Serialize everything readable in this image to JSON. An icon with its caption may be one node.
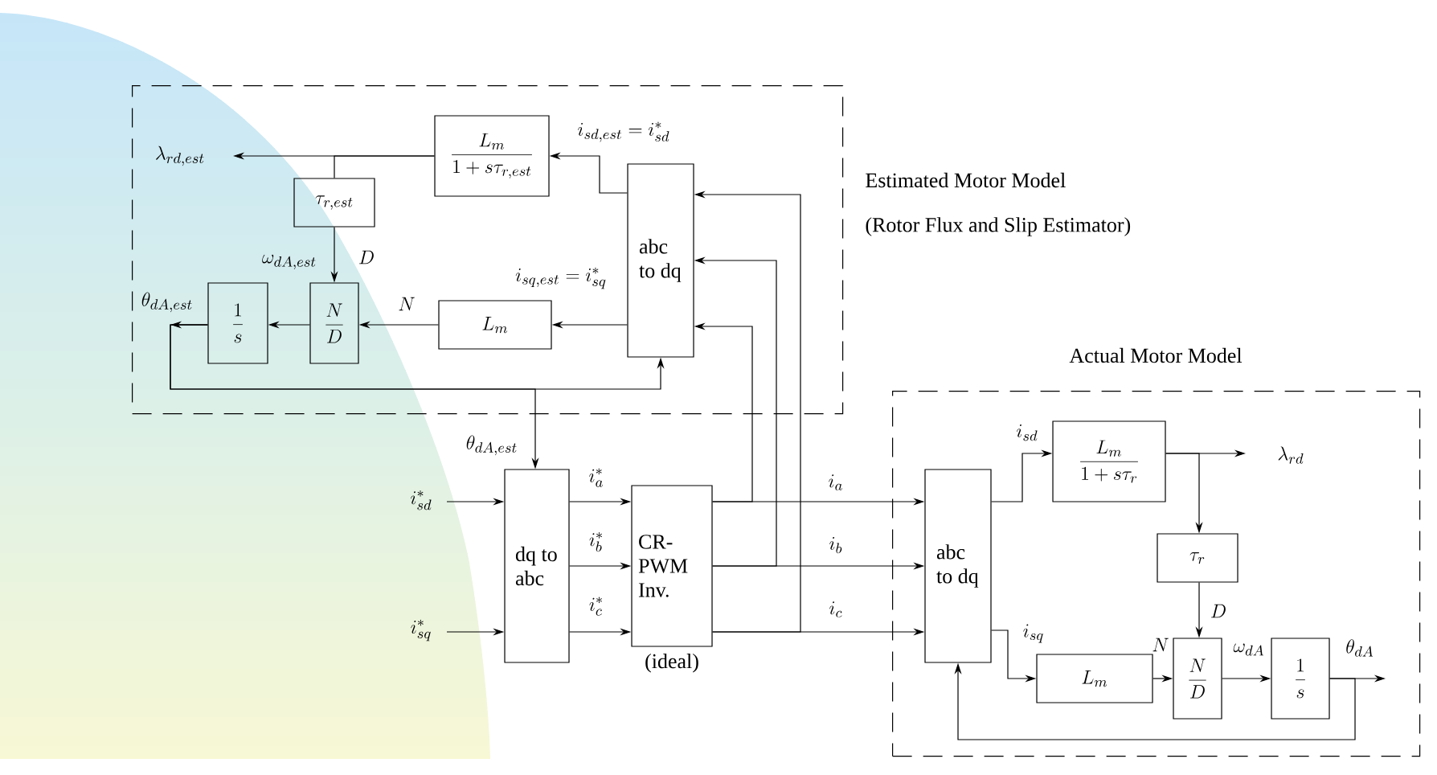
{
  "diagram": {
    "nodes": [
      {
        "text": [
          "Estimated Motor Model",
          "(Rotor Flux and Slip Estimator)"
        ]
      },
      {
        "text": [
          "\\frac{L_m}{1+s\\tau_{r,est}}"
        ],
        "in": 0
      },
      {
        "text": [
          "\\tau_{r,est}"
        ],
        "in": 0
      },
      {
        "text": [
          "\\frac{N}{D}"
        ],
        "in": 0
      },
      {
        "text": [
          "\\frac{1}{s}"
        ],
        "in": 0
      },
      {
        "text": [
          "L_m"
        ],
        "in": 0
      },
      {
        "text": [
          "abc to dq"
        ],
        "in": 0
      },
      {
        "text": [
          "dq to abc"
        ]
      },
      {
        "text": [
          "CR-PWM Inv."
        ],
        "beside": [
          "(ideal)"
        ]
      },
      {
        "text": [
          "Actual Motor Model"
        ]
      },
      {
        "text": [
          "abc to dq"
        ],
        "in": 9
      },
      {
        "text": [
          "\\frac{L_m}{1+s\\tau_r}"
        ],
        "in": 9
      },
      {
        "text": [
          "\\tau_r"
        ],
        "in": 9
      },
      {
        "text": [
          "\\frac{N}{D}"
        ],
        "in": 9
      },
      {
        "text": [
          "L_m"
        ],
        "in": 9
      },
      {
        "text": [
          "\\frac{1}{s}"
        ],
        "in": 9
      }
    ],
    "edges": [
      {
        "from": 6,
        "to": 1,
        "arrow": "to",
        "label": "i_{sd,est}=i_{sd}^{*}"
      },
      {
        "from": 1,
        "to": null,
        "arrow": "to",
        "label": "\\lambda_{rd,est}"
      },
      {
        "from": 1,
        "to": 2,
        "arrow": "none"
      },
      {
        "from": 2,
        "to": 3,
        "arrow": "to",
        "label": "D"
      },
      {
        "from": 6,
        "to": 5,
        "arrow": "to",
        "label": "i_{sq,est}=i_{sq}^{*}"
      },
      {
        "from": 5,
        "to": 3,
        "arrow": "to",
        "label": "N"
      },
      {
        "from": 3,
        "to": 4,
        "arrow": "to",
        "label": "\\omega_{dA,est}"
      },
      {
        "from": 4,
        "to": null,
        "arrow": "to",
        "label": "\\theta_{dA,est}"
      },
      {
        "from": 4,
        "to": 6,
        "arrow": "to"
      },
      {
        "from": 4,
        "to": 7,
        "arrow": "to",
        "label": "\\theta_{dA,est}"
      },
      {
        "from": null,
        "to": 7,
        "arrow": "to",
        "label": "i_{sd}^{*}"
      },
      {
        "from": null,
        "to": 7,
        "arrow": "to",
        "label": "i_{sq}^{*}"
      },
      {
        "from": 7,
        "to": 8,
        "arrow": "to",
        "label": "i_{a}^{*}"
      },
      {
        "from": 7,
        "to": 8,
        "arrow": "to",
        "label": "i_{b}^{*}"
      },
      {
        "from": 7,
        "to": 8,
        "arrow": "to",
        "label": "i_{c}^{*}"
      },
      {
        "from": 8,
        "to": 10,
        "arrow": "to",
        "label": "i_a"
      },
      {
        "from": 8,
        "to": 10,
        "arrow": "to",
        "label": "i_b"
      },
      {
        "from": 8,
        "to": 10,
        "arrow": "to",
        "label": "i_c"
      },
      {
        "from": 8,
        "to": 6,
        "arrow": "to"
      },
      {
        "from": 8,
        "to": 6,
        "arrow": "to"
      },
      {
        "from": 8,
        "to": 6,
        "arrow": "to"
      },
      {
        "from": 10,
        "to": 11,
        "arrow": "to",
        "label": "i_{sd}"
      },
      {
        "from": 11,
        "to": null,
        "arrow": "to",
        "label": "\\lambda_{rd}"
      },
      {
        "from": 11,
        "to": 12,
        "arrow": "to"
      },
      {
        "from": 12,
        "to": 13,
        "arrow": "to",
        "label": "D"
      },
      {
        "from": 10,
        "to": 14,
        "arrow": "to",
        "label": "i_{sq}"
      },
      {
        "from": 14,
        "to": 13,
        "arrow": "to",
        "label": "N"
      },
      {
        "from": 13,
        "to": 15,
        "arrow": "to",
        "label": "\\omega_{dA}"
      },
      {
        "from": 15,
        "to": null,
        "arrow": "to",
        "label": "\\theta_{dA}"
      },
      {
        "from": 15,
        "to": 10,
        "arrow": "to"
      }
    ]
  }
}
